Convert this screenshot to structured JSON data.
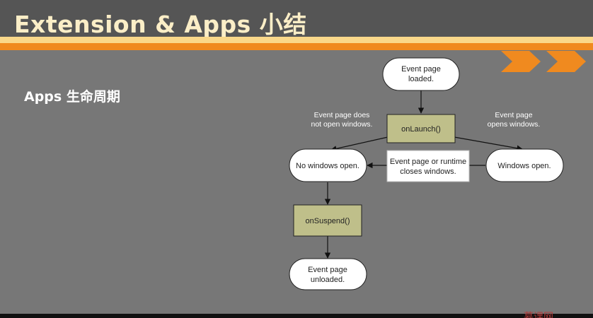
{
  "header": {
    "title": "Extension & Apps 小结"
  },
  "section": {
    "title": "Apps 生命周期"
  },
  "diagram": {
    "nodes": {
      "loaded": [
        "Event page",
        "loaded."
      ],
      "on_launch": [
        "onLaunch()"
      ],
      "no_windows": [
        "No windows open."
      ],
      "windows_open": [
        "Windows open."
      ],
      "closes": [
        "Event page or runtime",
        "closes windows."
      ],
      "on_suspend": [
        "onSuspend()"
      ],
      "unloaded": [
        "Event page",
        "unloaded."
      ]
    },
    "labels": {
      "not_open": [
        "Event page does",
        "not open windows."
      ],
      "opens": [
        "Event page",
        "opens windows."
      ]
    }
  },
  "watermark": "慕课网",
  "colors": {
    "accent_orange": "#f08a1f",
    "accent_yellow": "#fad88a",
    "function_box": "#bfbf8a"
  }
}
